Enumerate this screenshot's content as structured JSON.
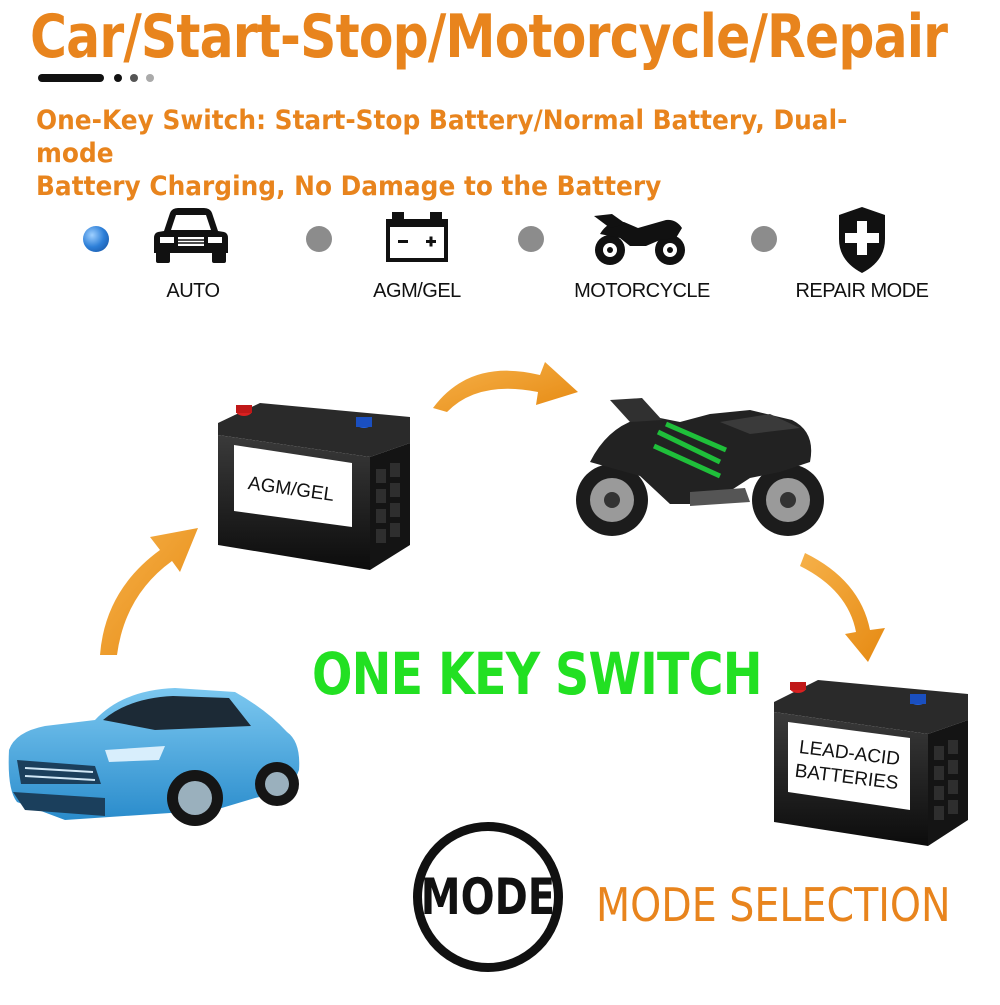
{
  "header": {
    "title": "Car/Start-Stop/Motorcycle/Repair",
    "subtitle_line1": "One-Key Switch: Start-Stop Battery/Normal Battery, Dual-mode",
    "subtitle_line2": "Battery Charging, No Damage to the Battery"
  },
  "modes": [
    {
      "label": "AUTO",
      "icon": "car-icon",
      "active": true
    },
    {
      "label": "AGM/GEL",
      "icon": "battery-icon",
      "active": false
    },
    {
      "label": "MOTORCYCLE",
      "icon": "motorcycle-icon",
      "active": false
    },
    {
      "label": "REPAIR MODE",
      "icon": "shield-plus-icon",
      "active": false
    }
  ],
  "diagram": {
    "battery_agm_label": "AGM/GEL",
    "battery_lead_line1": "LEAD-ACID",
    "battery_lead_line2": "BATTERIES",
    "center_text": "ONE KEY SWITCH"
  },
  "footer": {
    "mode_button": "MODE",
    "mode_selection": "MODE SELECTION"
  },
  "colors": {
    "accent_orange": "#e8841d",
    "switch_green": "#22e022",
    "active_dot_blue": "#2d7fd8",
    "inactive_dot_gray": "#8c8c8c"
  }
}
